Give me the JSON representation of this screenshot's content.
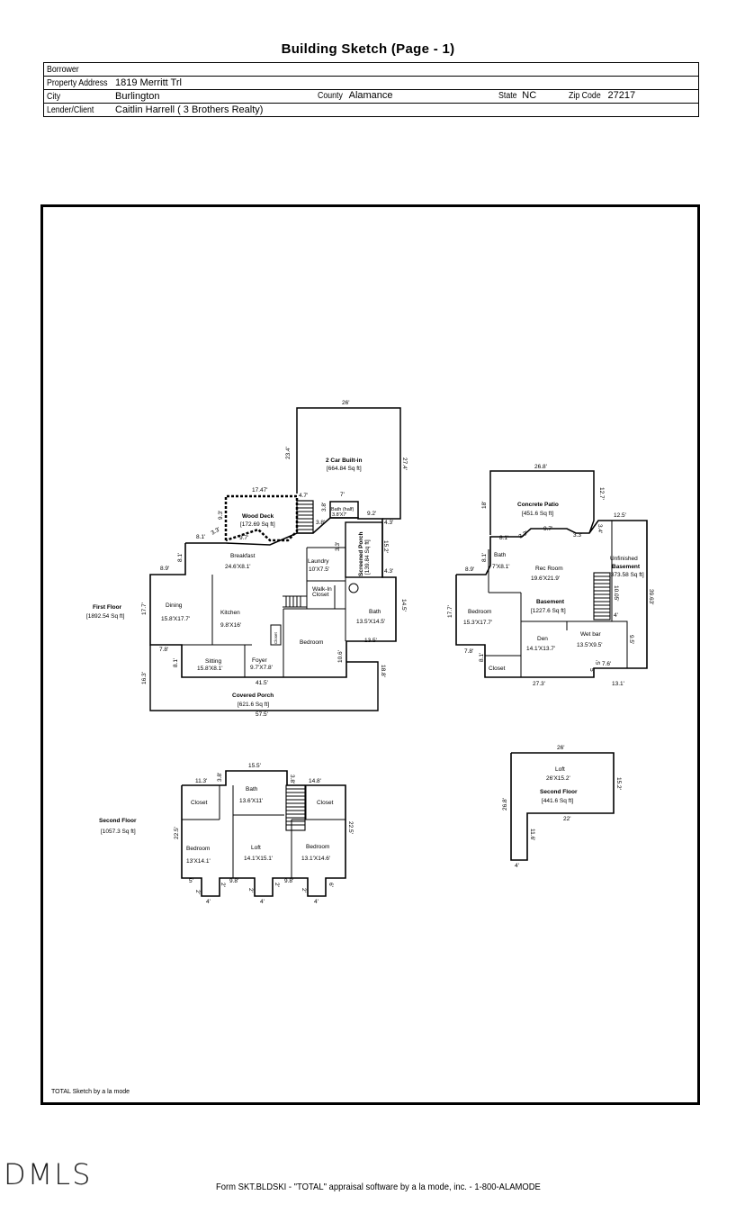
{
  "header": {
    "title": "Building Sketch (Page - 1)",
    "borrower_label": "Borrower",
    "borrower": "",
    "address_label": "Property Address",
    "address": "1819 Merritt Trl",
    "city_label": "City",
    "city": "Burlington",
    "county_label": "County",
    "county": "Alamance",
    "state_label": "State",
    "state": "NC",
    "zip_label": "Zip Code",
    "zip": "27217",
    "lender_label": "Lender/Client",
    "lender": "Caitlin Harrell ( 3 Brothers Realty)"
  },
  "sketch": {
    "garage": {
      "name": "2 Car Built-in",
      "area": "[664.84 Sq ft]",
      "d_top": "26'",
      "d_left": "23.4'",
      "d_right": "27.4'"
    },
    "deck": {
      "name": "Wood Deck",
      "area": "[172.69 Sq ft]",
      "d_top": "17.47'",
      "d_left": "9.3'",
      "d_a": "4.7'",
      "d_b": "3.8'",
      "d_c": "3.8'",
      "d_d": "9.7'"
    },
    "bath_half": {
      "name": "Bath (half)",
      "size": "3.8'X7'",
      "d_top": "7'",
      "d_r": "9.2'",
      "d_r2": "4.3'"
    },
    "screened": {
      "name": "Screened Porch",
      "area": "[139.84 Sq ft]",
      "d1": "15.2'",
      "d2": "4.3'"
    },
    "first_floor": {
      "name": "First Floor",
      "area": "[1892.54 Sq ft]",
      "d_a": "8.1'",
      "d_b": "8.9'",
      "d_c": "8.1'",
      "d_d": "17.7'",
      "d_e": "7.8'",
      "d_f": "8.1'",
      "d_g": "41.5'",
      "d_h": "10.6'",
      "d_i": "13.5'",
      "d_j": "14.5'",
      "d_k": "15.2'",
      "d_l": "3.3'"
    },
    "breakfast": {
      "name": "Breakfast",
      "size": "24.6'X8.1'"
    },
    "laundry": {
      "name": "Laundry",
      "size": "10'X7.5'"
    },
    "walkin": {
      "name": "Walk-In",
      "name2": "Closet"
    },
    "bath1": {
      "name": "Bath",
      "size": "13.5'X14.5'"
    },
    "dining": {
      "name": "Dining",
      "size": "15.8'X17.7'"
    },
    "kitchen": {
      "name": "Kitchen",
      "size": "9.8'X16'"
    },
    "closet_small": "Closet",
    "bedroom1": {
      "name": "Bedroom"
    },
    "sitting": {
      "name": "Sitting",
      "size": "15.8'X8.1'"
    },
    "foyer": {
      "name": "Foyer",
      "size": "9.7'X7.8'"
    },
    "covered": {
      "name": "Covered Porch",
      "area": "[621.6 Sq ft]",
      "d_w": "57.5'",
      "d_l": "16.3'",
      "d_r": "18.8'"
    },
    "patio": {
      "name": "Concrete Patio",
      "area": "[451.6 Sq ft]",
      "d_top": "26.8'",
      "d_l": "18'",
      "d_r": "12.7'",
      "d_a": "9.7'",
      "d_b": "3.3'",
      "d_c": "3.4'"
    },
    "basement": {
      "name": "Basement",
      "area": "[1227.6 Sq ft]",
      "d_a": "8.1'",
      "d_b": "8.9'",
      "d_c": "17.7'",
      "d_d": "7.8'",
      "d_e": "8.1'",
      "d_f": "27.3'",
      "d_g": "13.1'",
      "d_h": "12.5'",
      "d_i": "39.63'",
      "d_j": "10.05'",
      "d_k": "9.5'",
      "d_l": "7.6'",
      "d_m": "4'",
      "d_n": "5'"
    },
    "bsmt_bath": {
      "name": "Bath",
      "size": "7'X8.1'"
    },
    "rec": {
      "name": "Rec Room",
      "size": "19.6'X21.9'"
    },
    "unfinished": {
      "name": "Unfinished",
      "name2": "Basement",
      "area": "[373.58 Sq ft]"
    },
    "bsmt_bed": {
      "name": "Bedroom",
      "size": "15.3'X17.7'"
    },
    "den": {
      "name": "Den",
      "size": "14.1'X13.7'"
    },
    "wetbar": {
      "name": "Wet bar",
      "size": "13.5'X9.5'"
    },
    "bsmt_closet": "Closet",
    "second": {
      "name": "Second Floor",
      "area": "[1057.3 Sq ft]",
      "d_top": "15.5'",
      "d_a": "11.3'",
      "d_b": "3.8'",
      "d_c": "3.8'",
      "d_d": "14.8'",
      "d_l": "22.5'",
      "d_r": "22.5'",
      "d_e": "9.8'",
      "d_f": "9.8'",
      "d_g": "5'",
      "d_h": "2'",
      "d_i": "2'",
      "d_j": "2'",
      "d_k": "2'",
      "d_m": "2'",
      "d_n": "4'",
      "d_o": "4'",
      "d_p": "4'",
      "d_q": "6'"
    },
    "sf_closet": "Closet",
    "sf_bath": {
      "name": "Bath",
      "size": "13.6'X11'"
    },
    "sf_bed1": {
      "name": "Bedroom",
      "size": "13'X14.1'"
    },
    "sf_loft": {
      "name": "Loft",
      "size": "14.1'X15.1'"
    },
    "sf_bed2": {
      "name": "Bedroom",
      "size": "13.1'X14.6'"
    },
    "loft2": {
      "name": "Loft",
      "size": "26'X15.2'",
      "fl": "Second Floor",
      "area": "[441.6 Sq ft]",
      "d_top": "26'",
      "d_l": "26.8'",
      "d_r": "15.2'",
      "d_m": "22'",
      "d_n": "11.6'",
      "d_b": "4'"
    }
  },
  "footer": {
    "sketch_note": "TOTAL Sketch by a la mode",
    "logo": "DMLS",
    "form_note": "Form SKT.BLDSKI - \"TOTAL\" appraisal software by a la mode, inc. - 1-800-ALAMODE"
  }
}
